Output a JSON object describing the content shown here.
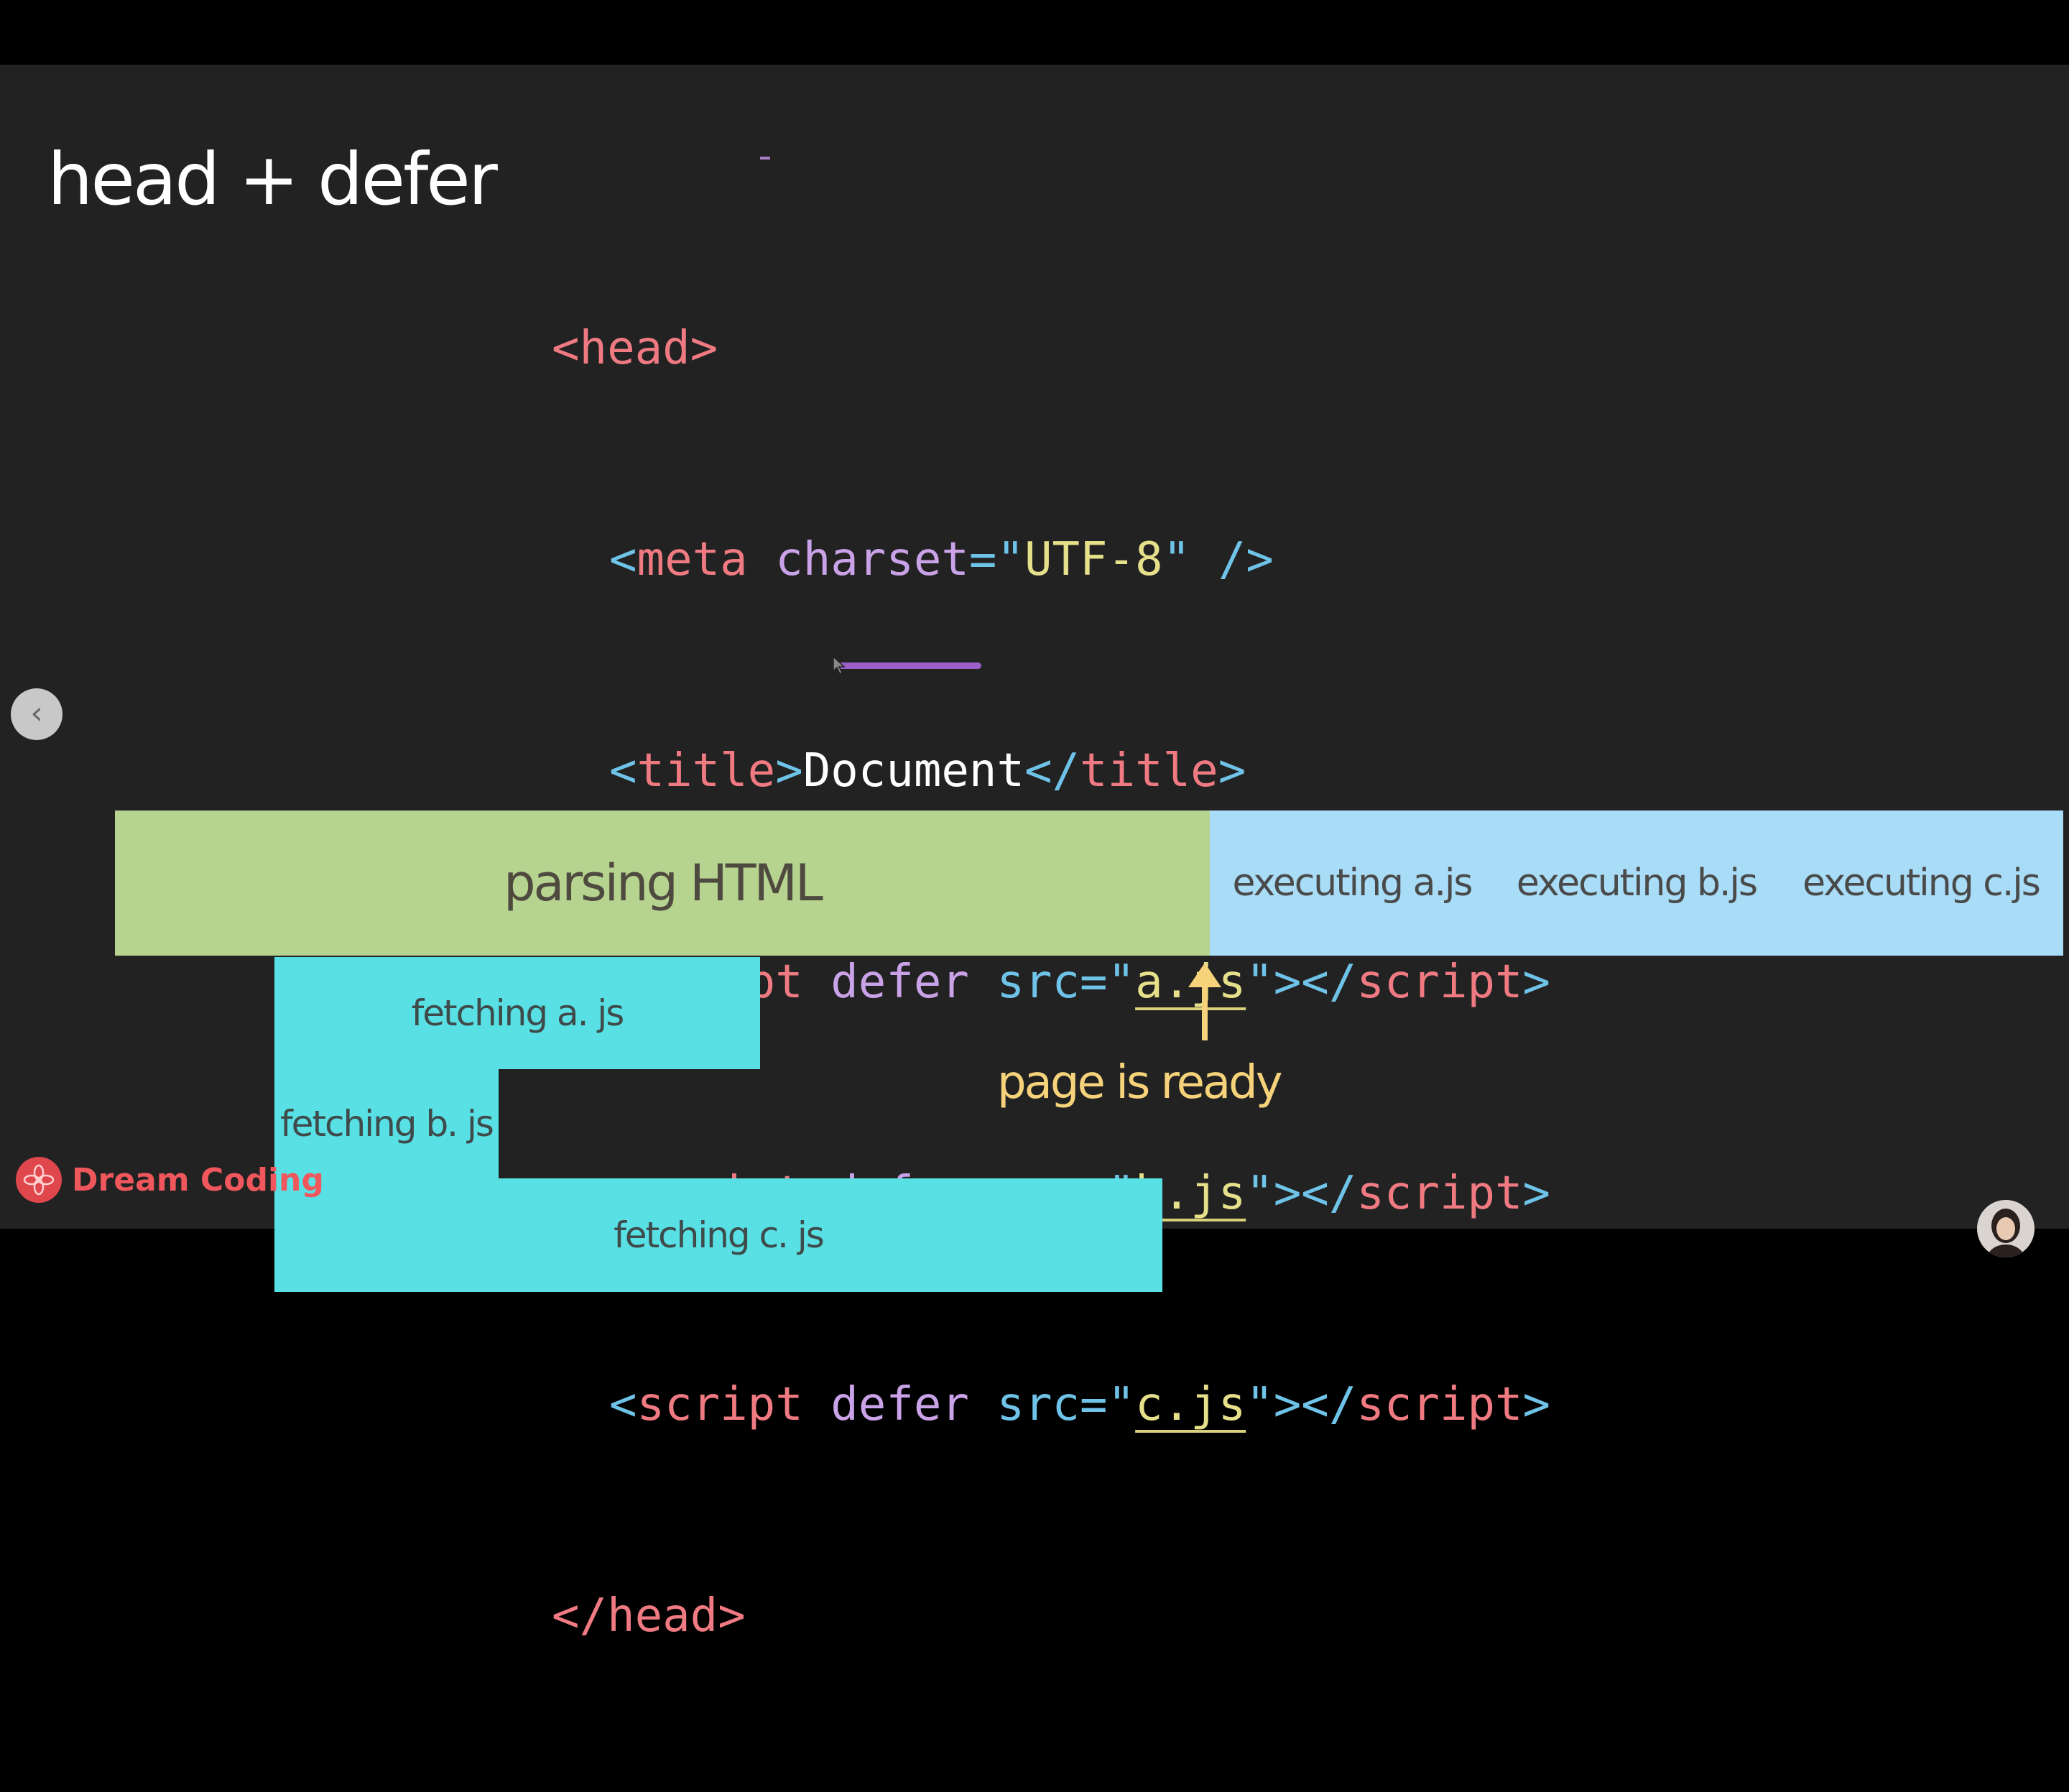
{
  "slide": {
    "title": "head + defer",
    "code": {
      "head_open": "<head>",
      "meta_tag": "meta",
      "meta_attr": "charset",
      "meta_value": "UTF-8",
      "title_tag": "title",
      "title_text": "Document",
      "script_tag": "script",
      "defer_attr": "defer",
      "src_attr": "src",
      "script_srcs": [
        "a.js",
        "b.js",
        "c.js"
      ],
      "head_close": "</head>"
    }
  },
  "timeline": {
    "parsing": "parsing HTML",
    "executing": [
      "executing a.js",
      "executing b.js",
      "executing c.js"
    ],
    "fetching": [
      "fetching a. js",
      "fetching b. js",
      "fetching c. js"
    ],
    "ready_label": "page is ready"
  },
  "nav": {
    "prev_symbol": "‹"
  },
  "channel": {
    "name": "Dream Coding"
  },
  "colors": {
    "parsing": "#b6d38f",
    "executing": "#a8dcf7",
    "fetching": "#58e0e4",
    "ready": "#f6d37a",
    "brand": "#f0575c"
  }
}
